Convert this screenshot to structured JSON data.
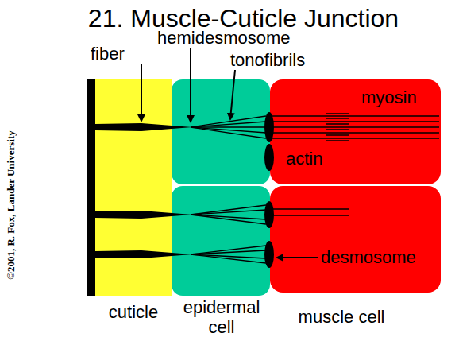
{
  "diagram": {
    "title": "21. Muscle-Cuticle Junction",
    "nodes": [
      {
        "text": [
          "cuticle"
        ]
      },
      {
        "text": [
          "epidermal cell"
        ]
      },
      {
        "text": [
          "muscle cell"
        ]
      }
    ],
    "labels": [
      "fiber",
      "hemidesmosome",
      "tonofibrils",
      "myosin",
      "actin",
      "desmosome",
      "©2001, R. Fox, Lander University"
    ]
  }
}
